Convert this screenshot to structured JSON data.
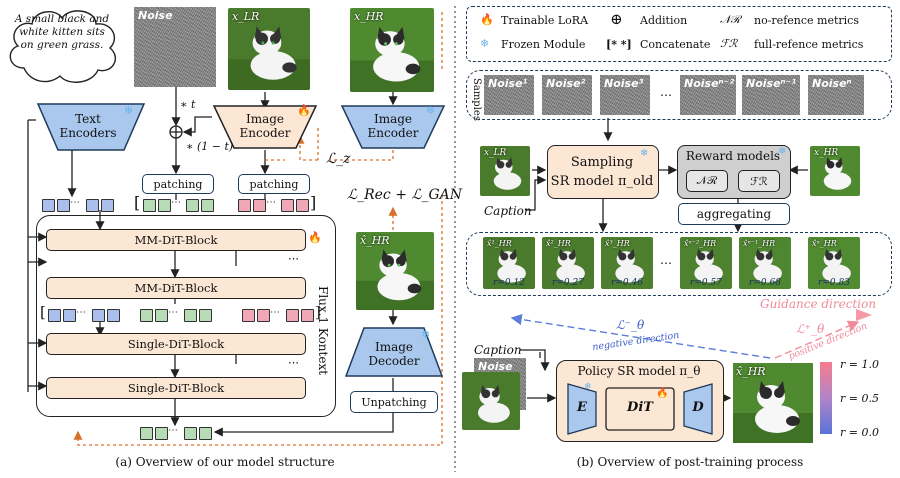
{
  "captions": {
    "left": "(a) Overview of our model structure",
    "right": "(b) Overview of post-training process"
  },
  "left_panel": {
    "prompt": "A small black and white kitten sits on green grass.",
    "noise_label": "Noise",
    "x_lr": "x_LR",
    "x_hr": "x_HR",
    "x_hr_hat": "x̂_HR",
    "text_encoders": "Text Encoders",
    "image_encoder_1": "Image Encoder",
    "image_encoder_2": "Image Encoder",
    "image_decoder": "Image Decoder",
    "patching_1": "patching",
    "patching_2": "patching",
    "unpatching": "Unpatching",
    "mult_t": "∗ t",
    "mult_1mt": "∗ (1 − t)",
    "loss_z": "ℒ_z",
    "loss_rec": "ℒ_Rec + ℒ_GAN",
    "blocks": [
      "MM-DiT-Block",
      "MM-DiT-Block",
      "Single-DiT-Block",
      "Single-DiT-Block"
    ],
    "ellipsis": "⋯",
    "vertical_label": "Flux.1 Kontext"
  },
  "legend": {
    "trainable": "Trainable LoRA",
    "frozen": "Frozen Module",
    "addition": "Addition",
    "concatenate": "Concatenate",
    "concat_symbol": "[* *]",
    "nr_symbol": "𝒩ℛ",
    "nr": "no-refence metrics",
    "fr_symbol": "ℱℛ",
    "fr": "full-refence metrics"
  },
  "right_panel": {
    "samples_label": "Samples",
    "noises": [
      "Noise¹",
      "Noise²",
      "Noise³",
      "Noiseⁿ⁻²",
      "Noiseⁿ⁻¹",
      "Noiseⁿ"
    ],
    "ellipsis": "⋯",
    "sampling_title": "Sampling",
    "sampling_sub": "SR model π_old",
    "reward_title": "Reward models",
    "nr": "𝒩ℛ",
    "fr": "ℱℛ",
    "aggregating": "aggregating",
    "caption": "Caption",
    "x_lr": "x_LR",
    "x_hr": "x_HR",
    "samples_hat": [
      "x̂¹_HR",
      "x̂²_HR",
      "x̂³_HR",
      "x̂ⁿ⁻²_HR",
      "x̂ⁿ⁻¹_HR",
      "x̂ⁿ_HR"
    ],
    "rewards": [
      "r=0.12",
      "r=0.27",
      "r=0.46",
      "r=0.57",
      "r=0.68",
      "r=0.83"
    ],
    "guidance": "Guidance direction",
    "neg_loss": "ℒ⁻_θ",
    "neg_dir": "negative direction",
    "pos_loss": "ℒ⁺_θ",
    "pos_dir": "positive direction",
    "policy_caption": "Caption",
    "policy_noise": "Noise",
    "policy_title": "Policy SR model π_θ",
    "E": "E",
    "DiT": "DiT",
    "D": "D",
    "policy_out": "x̂_HR",
    "scale": [
      "r = 1.0",
      "r = 0.5",
      "r = 0.0"
    ]
  }
}
